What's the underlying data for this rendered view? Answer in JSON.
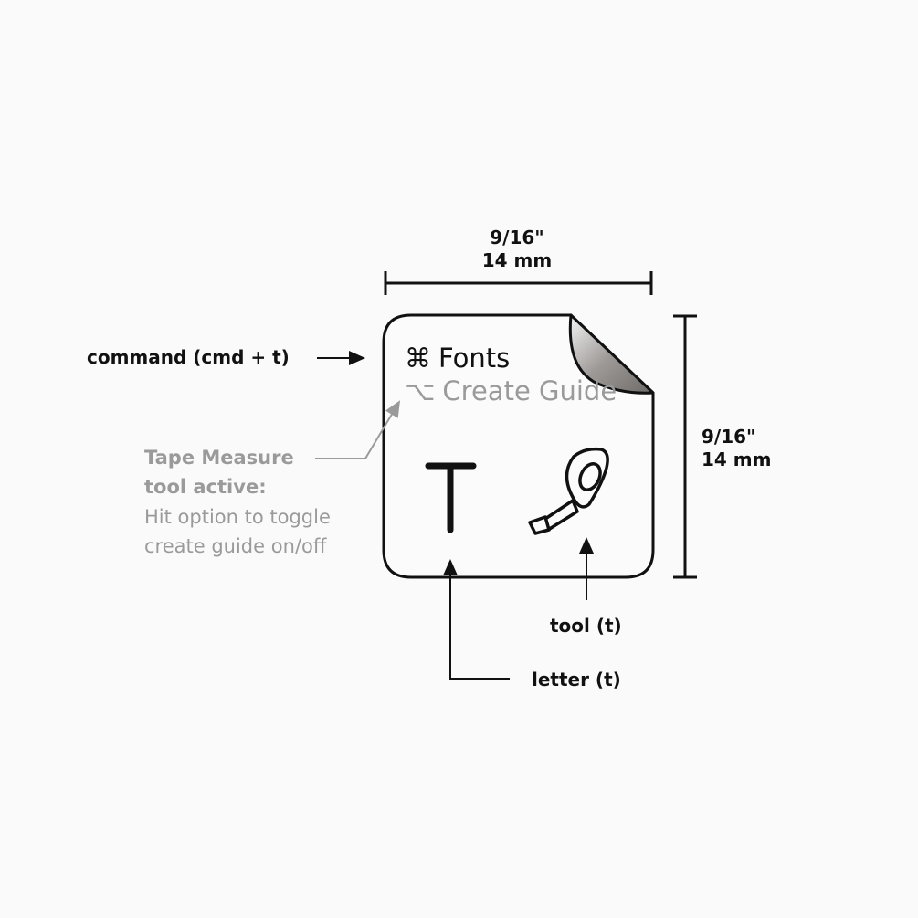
{
  "dimensions": {
    "width_inch": "9/16\"",
    "width_mm": "14 mm",
    "height_inch": "9/16\"",
    "height_mm": "14 mm"
  },
  "key": {
    "command_symbol": "⌘",
    "command_label": "Fonts",
    "option_symbol": "⌥",
    "option_label": "Create Guide",
    "letter": "T"
  },
  "annotations": {
    "command": "command (cmd + t)",
    "tape_title_1": "Tape Measure",
    "tape_title_2": "tool active:",
    "tape_desc_1": "Hit option to toggle",
    "tape_desc_2": "create guide on/off",
    "tool": "tool (t)",
    "letter": "letter (t)"
  },
  "colors": {
    "ink": "#111111",
    "muted": "#9a9a9a",
    "background": "#fafafa"
  }
}
